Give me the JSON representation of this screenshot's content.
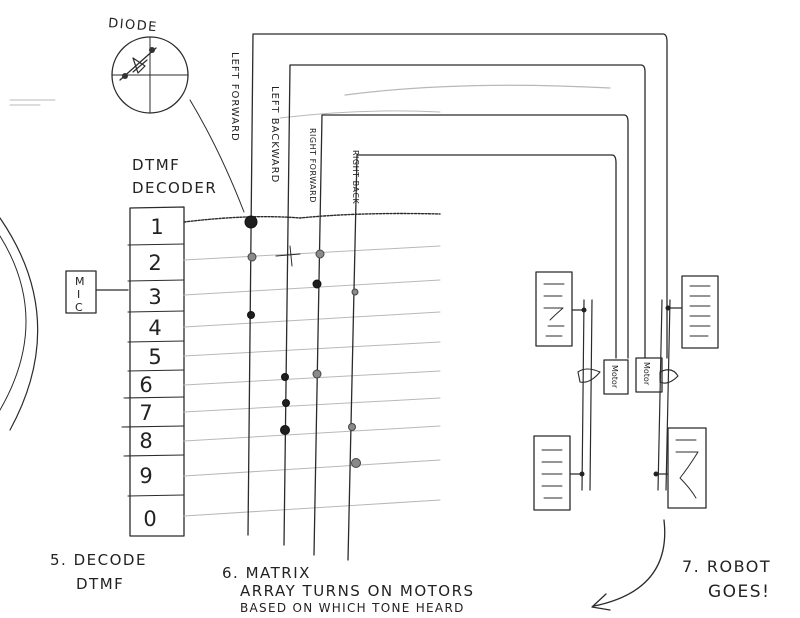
{
  "diagram": {
    "diode_label": "DIODE",
    "decoder_title_line1": "DTMF",
    "decoder_title_line2": "DECODER",
    "mic_letters": [
      "M",
      "I",
      "C"
    ],
    "digits": [
      "1",
      "2",
      "3",
      "4",
      "5",
      "6",
      "7",
      "8",
      "9",
      "0"
    ],
    "motor_lines": [
      "LEFT FORWARD",
      "LEFT BACKWARD",
      "RIGHT FORWARD",
      "RIGHT BACK"
    ],
    "motor_label_left": "Motor",
    "motor_label_right": "Motor",
    "step5_line1": "5. DECODE",
    "step5_line2": "DTMF",
    "step6_line1": "6. MATRIX",
    "step6_line2": "ARRAY TURNS ON MOTORS",
    "step6_line3": "BASED ON WHICH TONE HEARD",
    "step7_line1": "7. ROBOT",
    "step7_line2": "GOES!"
  }
}
